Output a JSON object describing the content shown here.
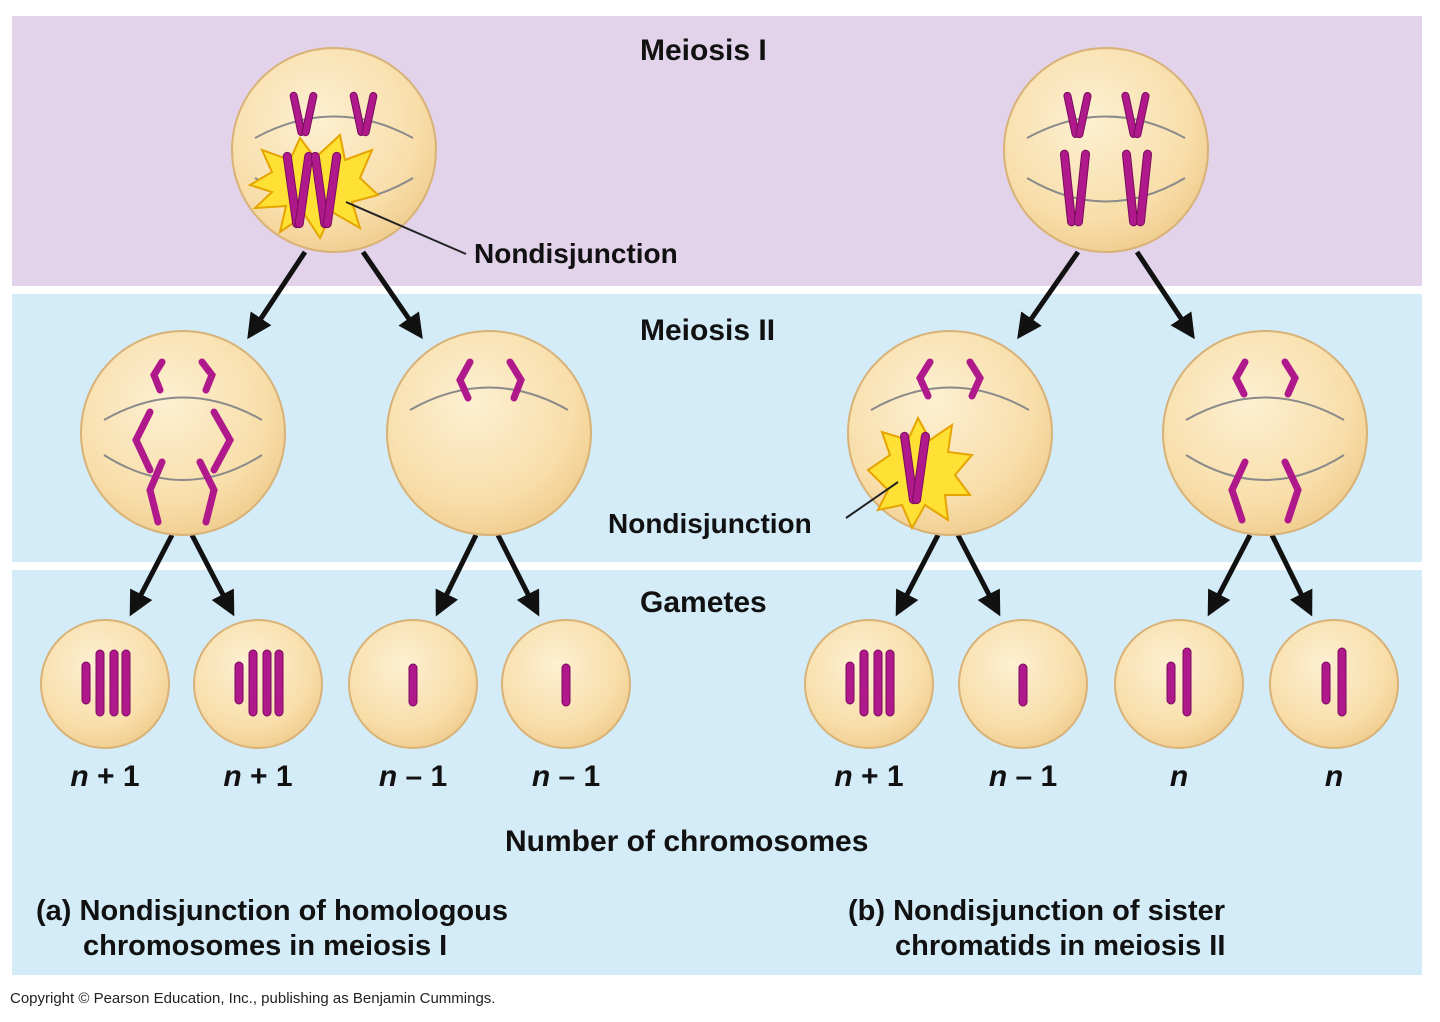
{
  "bands": {
    "meiosis1": "Meiosis I",
    "meiosis2": "Meiosis II",
    "gametes": "Gametes"
  },
  "labels": {
    "nondisjunction_a": "Nondisjunction",
    "nondisjunction_b": "Nondisjunction"
  },
  "gamete_counts": [
    "n + 1",
    "n + 1",
    "n – 1",
    "n – 1",
    "n + 1",
    "n – 1",
    "n",
    "n"
  ],
  "axis_label": "Number of chromosomes",
  "captions": {
    "a_line1": "(a) Nondisjunction of homologous",
    "a_line2": "chromosomes in meiosis I",
    "b_line1": "(b) Nondisjunction of sister",
    "b_line2": "chromatids in meiosis II"
  },
  "copyright": "Copyright © Pearson Education, Inc., publishing as Benjamin Cummings.",
  "colors": {
    "meiosis1_band": "#e2d3ea",
    "meiosis2_band": "#d3ecf8",
    "cell_fill": "#f9e1b2",
    "cell_edge": "#d8b277",
    "chromosome": "#b0198b",
    "burst": "#ffe135",
    "arrow": "#111111"
  }
}
